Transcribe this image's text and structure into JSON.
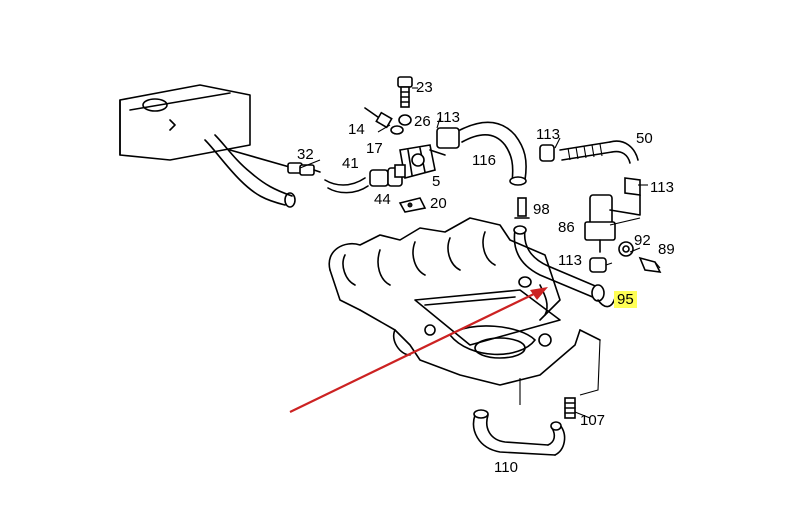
{
  "callouts": {
    "c23": "23",
    "c26": "26",
    "c113a": "113",
    "c14": "14",
    "c17": "17",
    "c32": "32",
    "c41": "41",
    "c5": "5",
    "c44": "44",
    "c20": "20",
    "c116": "116",
    "c113b": "113",
    "c50": "50",
    "c113c": "113",
    "c98": "98",
    "c86": "86",
    "c92": "92",
    "c89": "89",
    "c113d": "113",
    "c95": "95",
    "c107": "107",
    "c110": "110"
  },
  "highlight": {
    "label": "95",
    "color": "#ffff55"
  },
  "arrow": {
    "color": "#cc2222",
    "points_to": "95"
  }
}
